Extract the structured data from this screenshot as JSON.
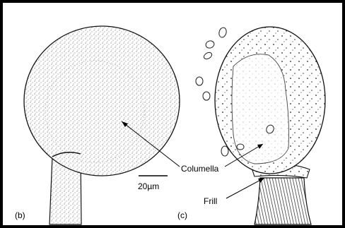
{
  "figure": {
    "panels": [
      {
        "label": "(b)"
      },
      {
        "label": "(c)"
      }
    ],
    "annotations": {
      "columella": "Columella",
      "frill": "Frill"
    },
    "scale_bar": {
      "label": "20µm"
    }
  }
}
